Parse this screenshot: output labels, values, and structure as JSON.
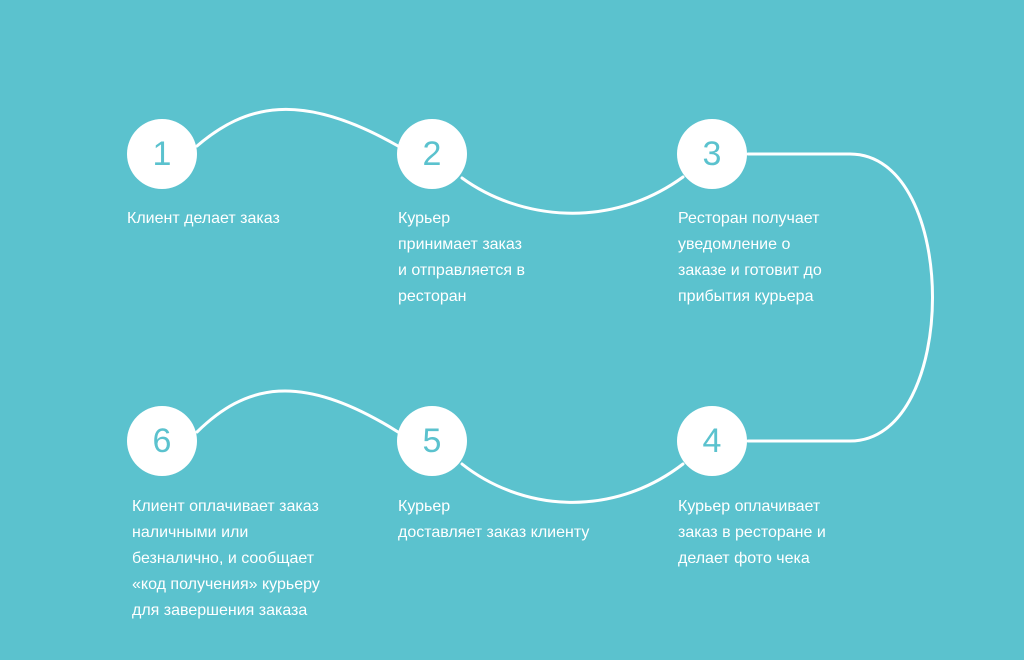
{
  "colors": {
    "background": "#5bc2ce",
    "circle": "#ffffff",
    "number": "#5bc2ce",
    "text": "#ffffff"
  },
  "steps": [
    {
      "number": "1",
      "text": "Клиент делает заказ"
    },
    {
      "number": "2",
      "text": "Курьер\nпринимает заказ\nи отправляется в\nресторан"
    },
    {
      "number": "3",
      "text": "Ресторан получает\nуведомление о\nзаказе и готовит до\nприбытия курьера"
    },
    {
      "number": "4",
      "text": "Курьер оплачивает\nзаказ в ресторане и\nделает фото чека"
    },
    {
      "number": "5",
      "text": "Курьер\nдоставляет заказ клиенту"
    },
    {
      "number": "6",
      "text": "Клиент оплачивает заказ\nналичными или\nбезналично, и сообщает\n«код получения» курьеру\nдля завершения заказа"
    }
  ]
}
